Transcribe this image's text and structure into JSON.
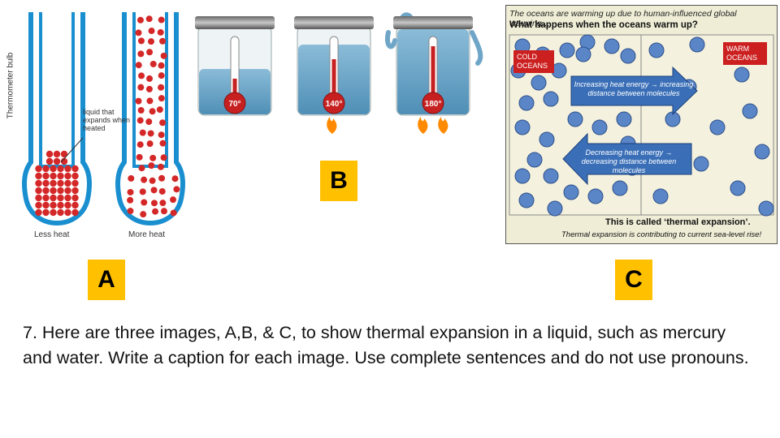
{
  "image_a": {
    "bulb_label": "Thermometer bulb",
    "liquid_label": "liquid that expands when heated",
    "less_heat": "Less heat",
    "more_heat": "More heat",
    "tag": "A"
  },
  "image_b": {
    "temps": [
      "70°",
      "140°",
      "180°"
    ],
    "tag": "B"
  },
  "image_c": {
    "title": "The oceans are warming up due to human-influenced global warming…",
    "question": "What happens when the oceans warm up?",
    "cold": "COLD OCEANS",
    "warm": "WARM OCEANS",
    "increase_text": "Increasing heat energy → increasing distance between molecules",
    "decrease_text": "Decreasing heat energy → decreasing distance between molecules",
    "called": "This is called ‘thermal expansion’.",
    "footer": "Thermal expansion is contributing to current sea-level rise!",
    "tag": "C"
  },
  "question_text": "7.  Here are three images, A,B, & C, to show thermal expansion in a liquid, such as mercury and water.  Write a caption for each image.  Use complete sentences and do not use pronouns."
}
